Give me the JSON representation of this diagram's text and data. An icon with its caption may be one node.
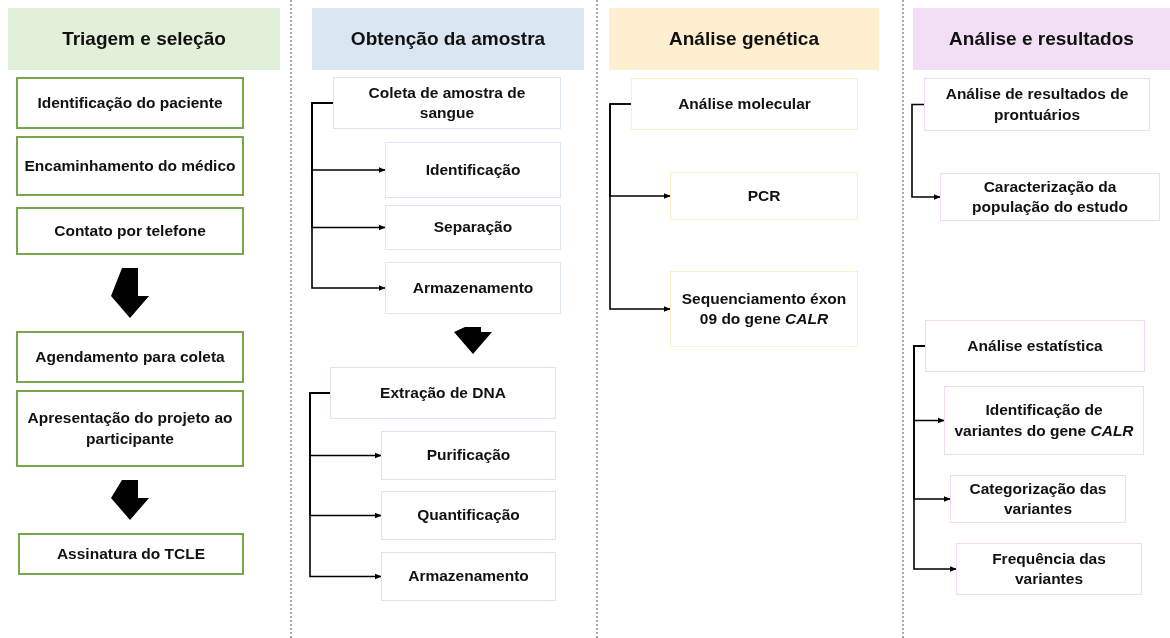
{
  "diagram": {
    "nodes": [
      {
        "text": [
          "Triagem e seleção"
        ]
      },
      {
        "text": [
          "Identificação do paciente"
        ]
      },
      {
        "text": [
          "Encaminhamento do médico"
        ]
      },
      {
        "text": [
          "Contato por telefone"
        ]
      },
      {
        "text": [
          "Agendamento para coleta"
        ]
      },
      {
        "text": [
          "Apresentação do projeto ao participante"
        ]
      },
      {
        "text": [
          "Assinatura do TCLE"
        ]
      },
      {
        "text": [
          "Obtenção da amostra"
        ]
      },
      {
        "text": [
          "Coleta de amostra de sangue"
        ]
      },
      {
        "text": [
          "Identificação"
        ]
      },
      {
        "text": [
          "Separação"
        ]
      },
      {
        "text": [
          "Armazenamento"
        ]
      },
      {
        "text": [
          "Extração de DNA"
        ]
      },
      {
        "text": [
          "Purificação"
        ]
      },
      {
        "text": [
          "Quantificação"
        ]
      },
      {
        "text": [
          "Armazenamento"
        ]
      },
      {
        "text": [
          "Análise genética"
        ]
      },
      {
        "text": [
          "Análise molecular"
        ]
      },
      {
        "text": [
          "PCR"
        ]
      },
      {
        "text": [
          "Sequenciamento éxon 09 do gene *CALR*"
        ]
      },
      {
        "text": [
          "Análise e resultados"
        ]
      },
      {
        "text": [
          "Análise de resultados de prontuários"
        ]
      },
      {
        "text": [
          "Caracterização da população do estudo"
        ]
      },
      {
        "text": [
          "Análise estatística"
        ]
      },
      {
        "text": [
          "Identificação de variantes do gene *CALR*"
        ]
      },
      {
        "text": [
          "Categorização das variantes"
        ]
      },
      {
        "text": [
          "Frequência das variantes"
        ]
      }
    ],
    "edges": [
      {
        "from": 3,
        "to": 4,
        "arrow": "to",
        "style": "thick"
      },
      {
        "from": 5,
        "to": 6,
        "arrow": "to",
        "style": "thick"
      },
      {
        "from": 8,
        "to": 9,
        "arrow": "to"
      },
      {
        "from": 8,
        "to": 10,
        "arrow": "to"
      },
      {
        "from": 8,
        "to": 11,
        "arrow": "to"
      },
      {
        "from": 11,
        "to": 12,
        "arrow": "to",
        "style": "thick"
      },
      {
        "from": 12,
        "to": 13,
        "arrow": "to"
      },
      {
        "from": 12,
        "to": 14,
        "arrow": "to"
      },
      {
        "from": 12,
        "to": 15,
        "arrow": "to"
      },
      {
        "from": 17,
        "to": 18,
        "arrow": "to"
      },
      {
        "from": 17,
        "to": 19,
        "arrow": "to"
      },
      {
        "from": 21,
        "to": 22,
        "arrow": "to"
      },
      {
        "from": 23,
        "to": 24,
        "arrow": "to"
      },
      {
        "from": 23,
        "to": 25,
        "arrow": "to"
      },
      {
        "from": 23,
        "to": 26,
        "arrow": "to"
      }
    ]
  }
}
